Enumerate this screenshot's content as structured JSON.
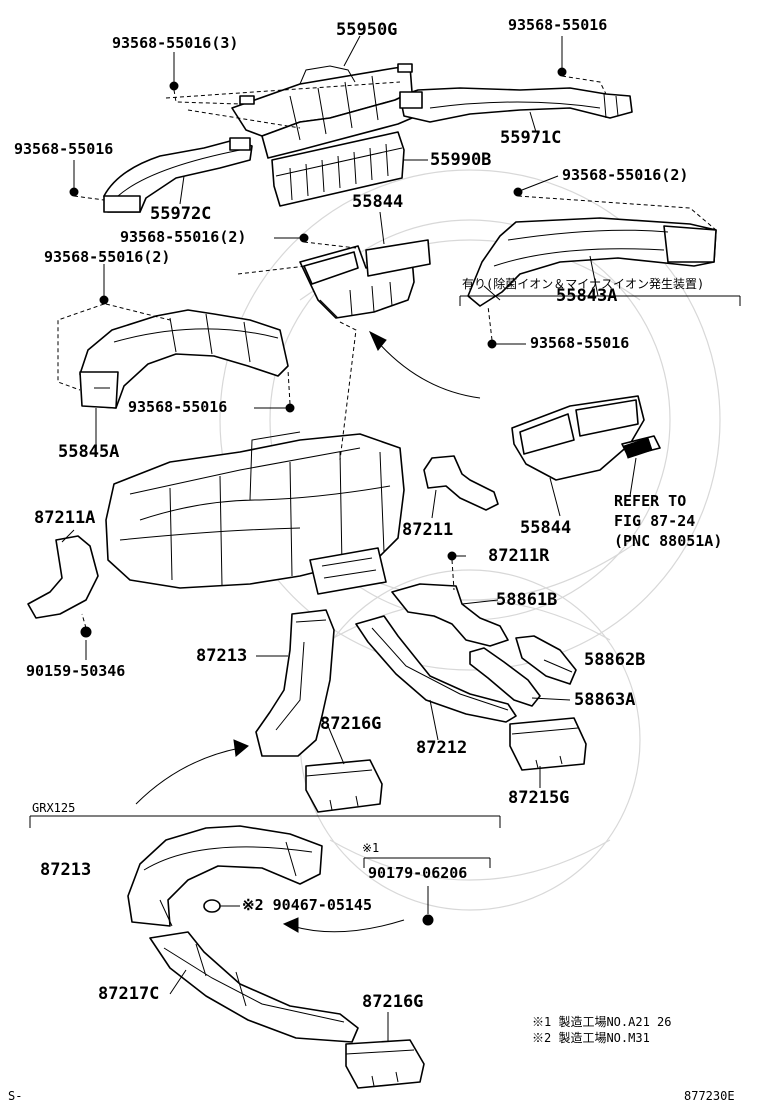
{
  "labels": {
    "p55950G": "55950G",
    "b93568_3": "93568-55016(3)",
    "b93568_tr": "93568-55016",
    "p55971C": "55971C",
    "b93568_l1": "93568-55016",
    "p55990B": "55990B",
    "p55972C": "55972C",
    "b93568_r2": "93568-55016(2)",
    "p55844_top": "55844",
    "b93568_c2": "93568-55016(2)",
    "b93568_l2": "93568-55016(2)",
    "p55843A": "55843A",
    "b93568_r1": "93568-55016",
    "b93568_m1": "93568-55016",
    "p55845A": "55845A",
    "option_note": "有り(除菌イオン＆マイナスイオン発生装置)",
    "p87211A": "87211A",
    "p87211": "87211",
    "p55844_bot": "55844",
    "refer1": "REFER TO",
    "refer2": "FIG 87-24",
    "refer3": "(PNC 88051A)",
    "p87211R": "87211R",
    "p58861B": "58861B",
    "b90159": "90159-50346",
    "p87213_a": "87213",
    "p58862B": "58862B",
    "p58863A": "58863A",
    "p87216G_a": "87216G",
    "p87212": "87212",
    "p87215G": "87215G",
    "grx": "GRX125",
    "p87213_b": "87213",
    "mark1": "※1",
    "b90179": "90179-06206",
    "b90467": "※2 90467-05145",
    "p87217C": "87217C",
    "p87216G_b": "87216G",
    "note1": "※1 製造工場NO.A21 26",
    "note2": "※2 製造工場NO.M31",
    "corner_left": "S-",
    "corner_right": "877230E"
  }
}
